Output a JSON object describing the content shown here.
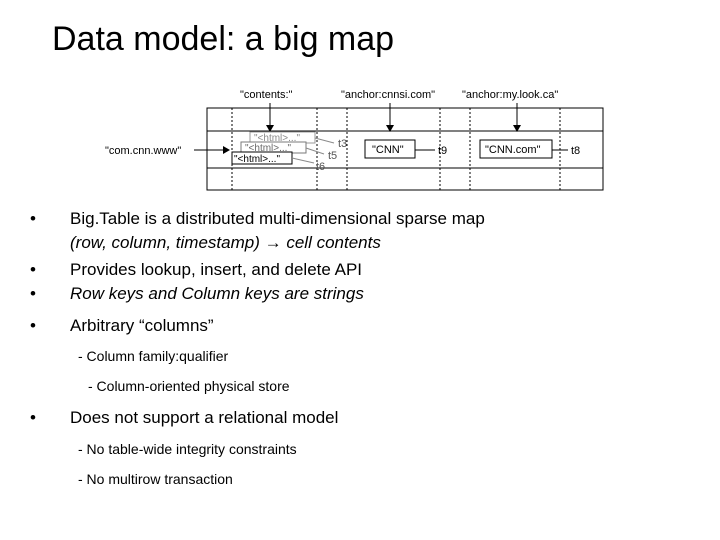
{
  "title": "Data model: a big map",
  "diagram": {
    "columns": [
      "\"contents:\"",
      "\"anchor:cnnsi.com\"",
      "\"anchor:my.look.ca\""
    ],
    "row_key": "\"com.cnn.www\"",
    "contents_versions": [
      "\"<html>...\"",
      "\"<html>...\"",
      "\"<html>...\""
    ],
    "contents_timestamps": [
      "t3",
      "t5",
      "t6"
    ],
    "cnnsi_value": "\"CNN\"",
    "cnnsi_timestamp": "t9",
    "mylook_value": "\"CNN.com\"",
    "mylook_timestamp": "t8"
  },
  "bullets": {
    "b1_line1": "Big.Table is a distributed multi-dimensional sparse map",
    "b1_line2_prefix": "(row, column, timestamp) ",
    "b1_arrow": "→",
    "b1_line2_suffix": " cell contents",
    "b2": "Provides lookup, insert, and delete API",
    "b3": "Row keys and Column keys are strings",
    "b4": "Arbitrary “columns”",
    "b4_sub1": "- Column family:qualifier",
    "b4_sub2": "- Column-oriented physical store",
    "b5": "Does not support a relational model",
    "b5_sub1": "- No table-wide integrity constraints",
    "b5_sub2": "- No multirow transaction",
    "bullet_char": "•"
  }
}
